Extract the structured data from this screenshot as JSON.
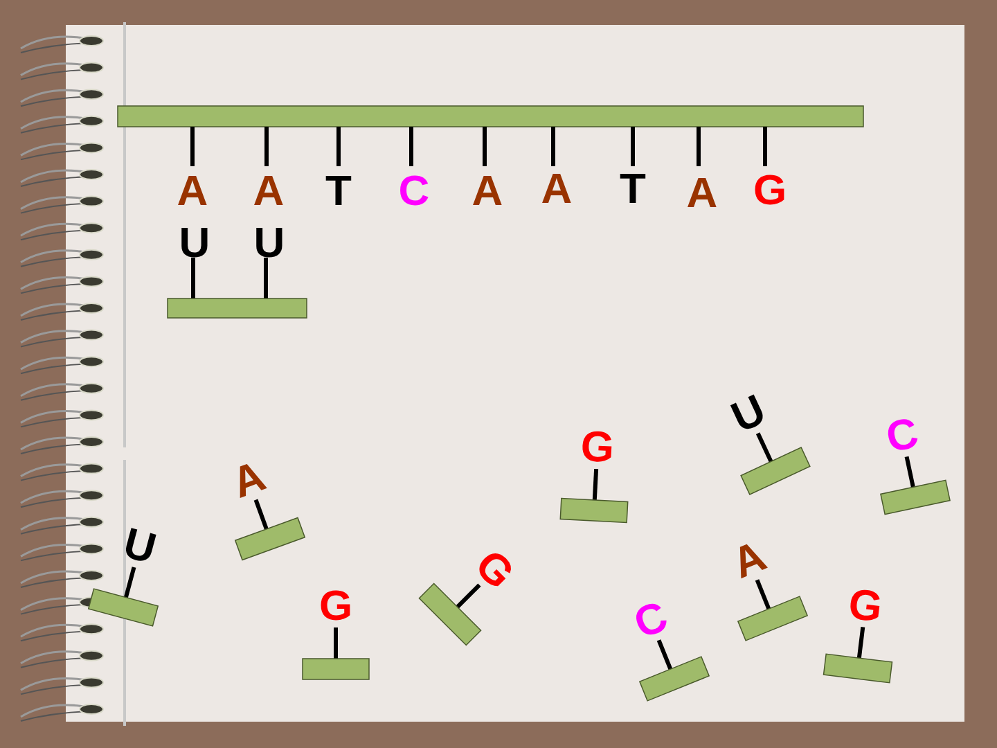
{
  "diagram": {
    "nodes": [
      {
        "text": [
          "A",
          "A",
          "T",
          "U",
          "U"
        ]
      }
    ],
    "labels": [
      "C",
      "A",
      "A",
      "T",
      "A",
      "G",
      "U",
      "C",
      "G",
      "A",
      "U",
      "A",
      "G",
      "G",
      "C",
      "G"
    ]
  }
}
